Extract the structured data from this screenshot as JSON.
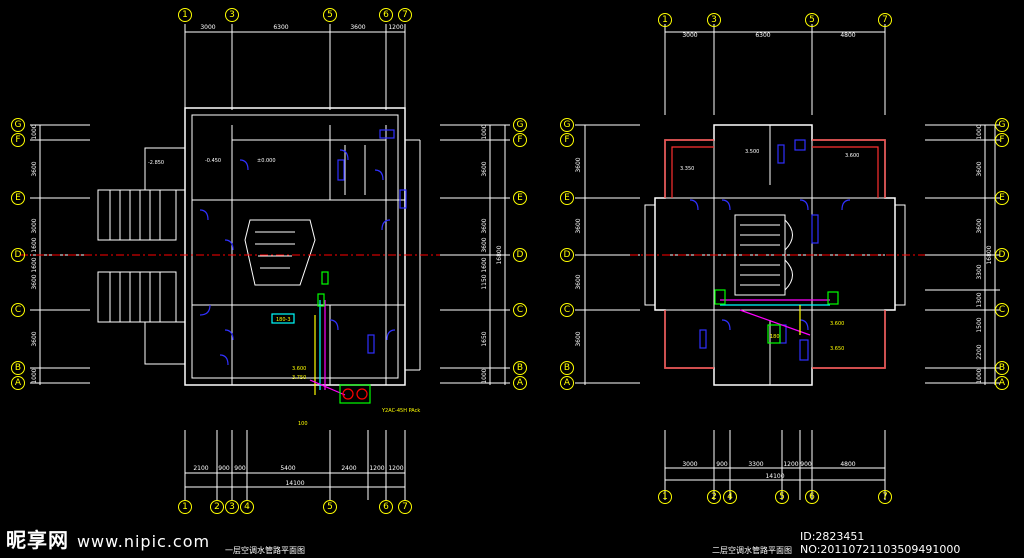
{
  "left_plan": {
    "top_axes": [
      "1",
      "3",
      "5",
      "6",
      "7"
    ],
    "top_dims": [
      "3000",
      "6300",
      "3600",
      "1200"
    ],
    "bottom_axes": [
      "1",
      "2",
      "3",
      "4",
      "5",
      "6",
      "7"
    ],
    "bottom_dims": [
      "2100",
      "900",
      "900",
      "5400",
      "2400",
      "1200",
      "1200"
    ],
    "bottom_total": "14100",
    "side_axes": [
      "G",
      "F",
      "E",
      "D",
      "C",
      "B",
      "A"
    ],
    "left_side_dims": [
      "1000",
      "3600",
      "3000",
      "1600",
      "1600",
      "3600",
      "3600",
      "1000"
    ],
    "right_side_dims": [
      "1000",
      "3600",
      "3600",
      "3600",
      "1600",
      "1150",
      "1650",
      "1000"
    ],
    "right_total": "16800",
    "pipe_labels": [
      "180-3",
      "3.600",
      "3.750",
      "Y2AC-45H PAck",
      "100"
    ],
    "elevations": [
      "-2.850",
      "-0.450",
      "±0.000"
    ],
    "title": "一层空调水管路平面图"
  },
  "right_plan": {
    "top_axes": [
      "1",
      "3",
      "5",
      "7"
    ],
    "top_dims": [
      "3000",
      "6300",
      "4800"
    ],
    "bottom_axes": [
      "1",
      "2",
      "4",
      "5",
      "6",
      "7"
    ],
    "bottom_dims": [
      "3000",
      "900",
      "3300",
      "1200",
      "900",
      "4800"
    ],
    "bottom_total": "14100",
    "side_axes": [
      "G",
      "F",
      "E",
      "D",
      "C",
      "B",
      "A"
    ],
    "left_side_dims": [
      "3600",
      "3600",
      "3600",
      "3600"
    ],
    "right_side_dims": [
      "1000",
      "3600",
      "3600",
      "3300",
      "1300",
      "1500",
      "2200",
      "1000"
    ],
    "right_total": "16800",
    "pipe_labels": [
      "3.600",
      "3.650",
      "180"
    ],
    "elevations": [
      "3.500",
      "3.600",
      "3.350"
    ],
    "title": "二层空调水管路平面图"
  },
  "watermark": {
    "brand": "昵享网",
    "site": "www.nipic.com",
    "id_text": "ID:2823451 NO:20110721103509491000"
  },
  "colors": {
    "grid": "#ffff00",
    "walls": "#ffffff",
    "doors": "#0000ff",
    "axis_red": "#ff0000",
    "pipe_magenta": "#ff00ff",
    "pipe_cyan": "#00ffff",
    "equip_green": "#00ff00"
  }
}
